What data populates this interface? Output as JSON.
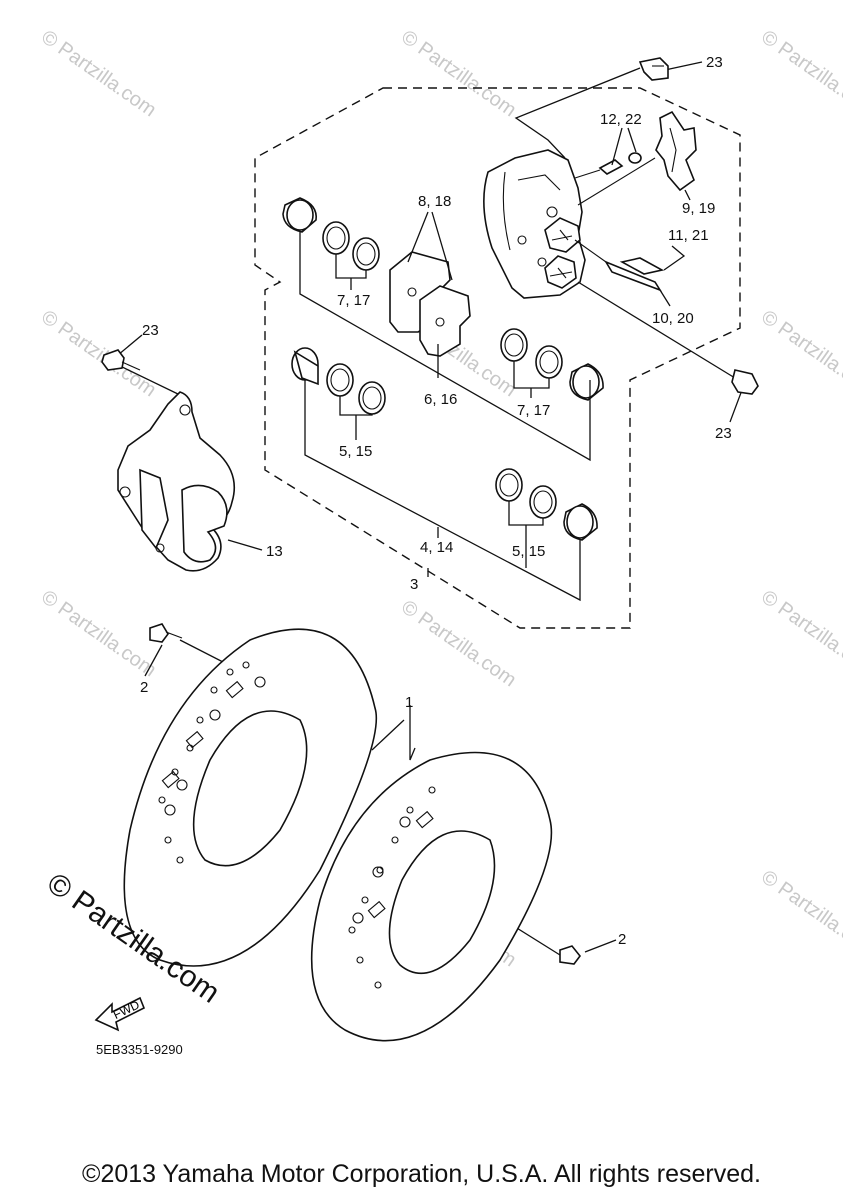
{
  "diagram": {
    "labels": {
      "l1": "1",
      "l2a": "2",
      "l2b": "2",
      "l3": "3",
      "l4": "4, 14",
      "l5a": "5, 15",
      "l5b": "5, 15",
      "l6": "6, 16",
      "l7a": "7, 17",
      "l7b": "7, 17",
      "l8": "8, 18",
      "l9": "9, 19",
      "l10": "10, 20",
      "l11": "11, 21",
      "l12": "12, 22",
      "l13": "13",
      "l23a": "23",
      "l23b": "23",
      "l23c": "23"
    },
    "fwd_label": "FWD",
    "diagram_code": "5EB3351-9290",
    "watermark": "© Partzilla.com",
    "watermark_small": "© Partzilla.com"
  },
  "footer": {
    "copyright": "©2013 Yamaha Motor Corporation, U.S.A. All rights reserved."
  }
}
